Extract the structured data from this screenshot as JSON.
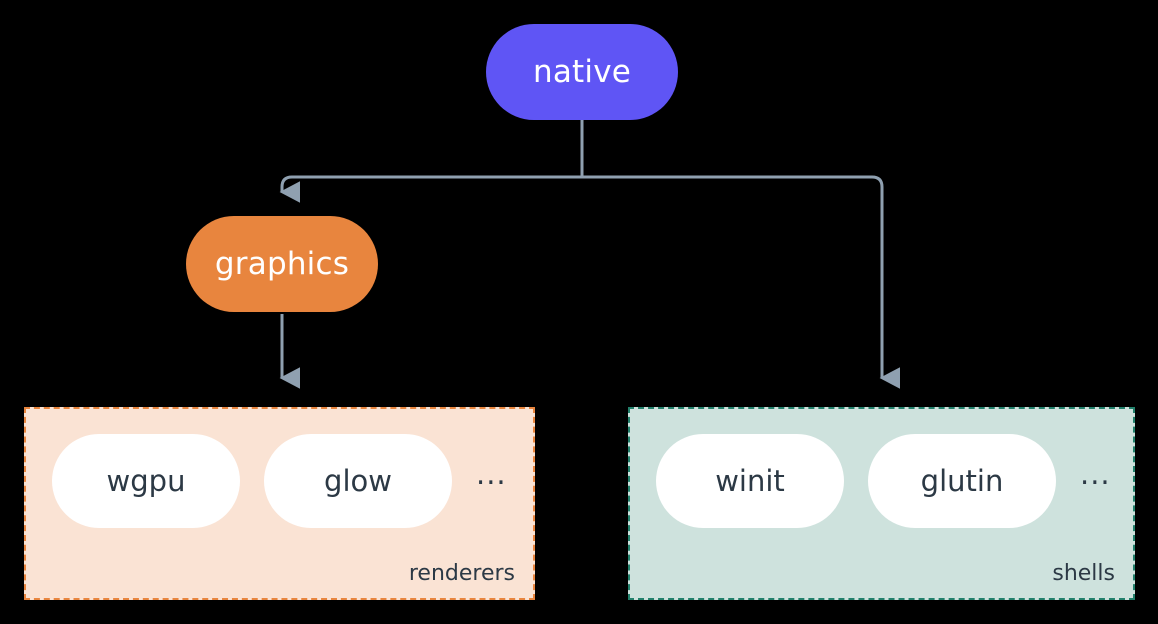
{
  "diagram": {
    "title": "native",
    "nodes": {
      "native": {
        "label": "native",
        "color": "#5f55f5"
      },
      "graphics": {
        "label": "graphics",
        "color": "#e8853e"
      }
    },
    "groups": [
      {
        "name": "renderers",
        "label": "renderers",
        "fill": "#fae3d4",
        "border": "#e8853e",
        "items": [
          "wgpu",
          "glow"
        ],
        "ellipsis": "..."
      },
      {
        "name": "shells",
        "label": "shells",
        "fill": "#cee2dd",
        "border": "#22806b",
        "items": [
          "winit",
          "glutin"
        ],
        "ellipsis": "..."
      }
    ],
    "edges": [
      {
        "from": "native",
        "to": "graphics",
        "style": "elbow-left-arrow"
      },
      {
        "from": "native",
        "to": "shells",
        "style": "elbow-right-arrow"
      },
      {
        "from": "graphics",
        "to": "renderers",
        "style": "straight-down-arrow"
      }
    ],
    "edge_color": "#8fa0b0",
    "background": "#000000",
    "text_color_on_fill": "#ffffff",
    "text_color_on_white": "#2c3945"
  }
}
